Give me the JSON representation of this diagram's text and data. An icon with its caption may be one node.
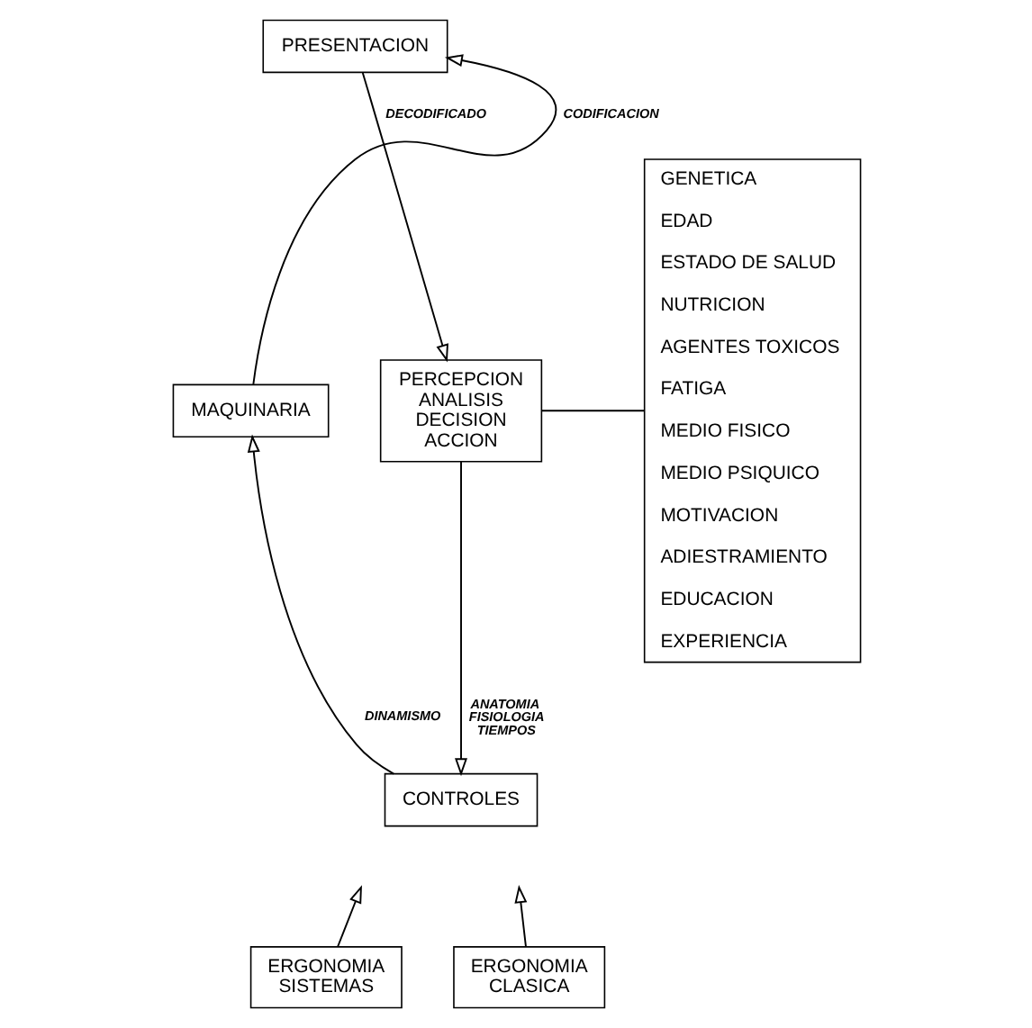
{
  "diagram": {
    "nodes": [
      {
        "text": [
          "PRESENTACION"
        ]
      },
      {
        "text": [
          "MAQUINARIA"
        ]
      },
      {
        "text": [
          "PERCEPCION",
          "ANALISIS",
          "DECISION",
          "ACCION"
        ]
      },
      {
        "text": [
          "CONTROLES"
        ]
      },
      {
        "text": [
          "ERGONOMIA SISTEMAS"
        ]
      },
      {
        "text": [
          "ERGONOMIA CLASICA"
        ]
      },
      {
        "text": [
          "GENETICA",
          "EDAD",
          "ESTADO DE SALUD",
          "NUTRICION",
          "AGENTES TOXICOS",
          "FATIGA",
          "MEDIO FISICO",
          "MEDIO PSIQUICO",
          "MOTIVACION",
          "ADIESTRAMIENTO",
          "EDUCACION",
          "EXPERIENCIA"
        ]
      }
    ],
    "edges": [
      {
        "from": 1,
        "to": 0,
        "arrow": "to",
        "label": "CODIFICACION"
      },
      {
        "from": 0,
        "to": 2,
        "arrow": "to",
        "label": "DECODIFICADO"
      },
      {
        "from": 2,
        "to": 3,
        "arrow": "to",
        "label": "ANATOMIA FISIOLOGIA TIEMPOS"
      },
      {
        "from": 3,
        "to": 1,
        "arrow": "to",
        "label": "DINAMISMO"
      },
      {
        "from": 6,
        "to": 2,
        "arrow": "none"
      },
      {
        "from": 4,
        "to": null,
        "arrow": "to"
      },
      {
        "from": 5,
        "to": null,
        "arrow": "to"
      }
    ]
  }
}
